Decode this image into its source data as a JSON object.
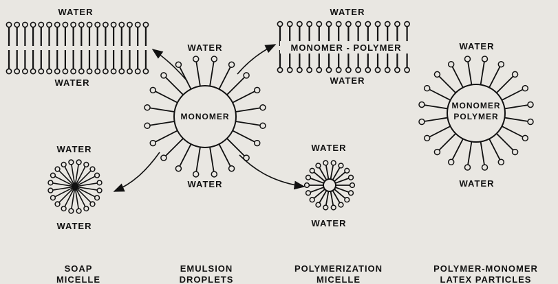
{
  "labels": {
    "water": "WATER",
    "monomer": "MONOMER",
    "monomer_polymer_line1": "MONOMER",
    "monomer_polymer_line2": "POLYMER",
    "monomer_polymer_layer": "MONOMER - POLYMER"
  },
  "captions": {
    "soap_line1": "SOAP",
    "soap_line2": "MICELLE",
    "emulsion_line1": "EMULSION",
    "emulsion_line2": "DROPLETS",
    "polymerization_line1": "POLYMERIZATION",
    "polymerization_line2": "MICELLE",
    "latex_line1": "POLYMER-MONOMER",
    "latex_line2": "LATEX PARTICLES"
  },
  "colors": {
    "ink": "#111111",
    "paper": "#e9e7e2"
  }
}
